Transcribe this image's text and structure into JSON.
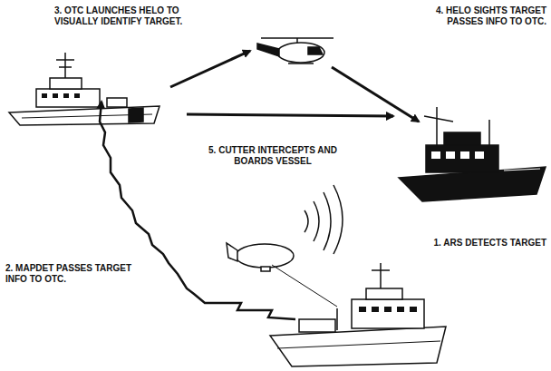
{
  "diagram": {
    "labels": [
      "3. OTC LAUNCHES HELO TO VISUALLY IDENTIFY TARGET.",
      "4. HELO SIGHTS TARGET PASSES INFO TO OTC.",
      "5. CUTTER INTERCEPTS AND BOARDS VESSEL",
      "1. ARS DETECTS TARGET",
      "2. MAPDET PASSES TARGET INFO TO OTC."
    ]
  }
}
